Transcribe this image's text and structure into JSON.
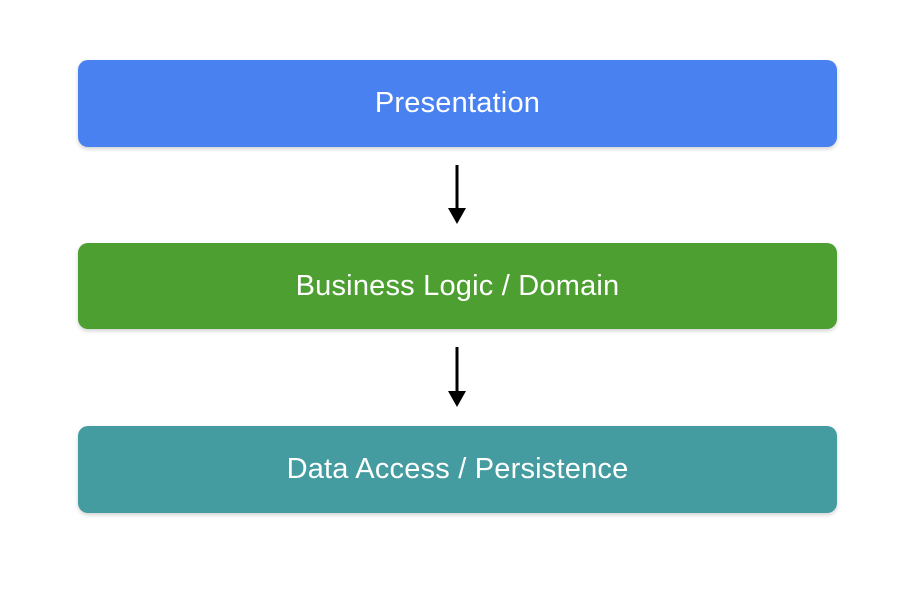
{
  "diagram": {
    "type": "layered-architecture-flowchart",
    "background_color": "#ffffff",
    "text_color": "#ffffff",
    "arrow_color": "#000000",
    "layers": [
      {
        "id": "presentation",
        "label": "Presentation",
        "color": "#4a81f0"
      },
      {
        "id": "business-logic",
        "label": "Business Logic / Domain",
        "color": "#4d9f31"
      },
      {
        "id": "data-access",
        "label": "Data Access / Persistence",
        "color": "#449ca0"
      }
    ],
    "connections": [
      {
        "from": "presentation",
        "to": "business-logic",
        "direction": "down"
      },
      {
        "from": "business-logic",
        "to": "data-access",
        "direction": "down"
      }
    ]
  }
}
